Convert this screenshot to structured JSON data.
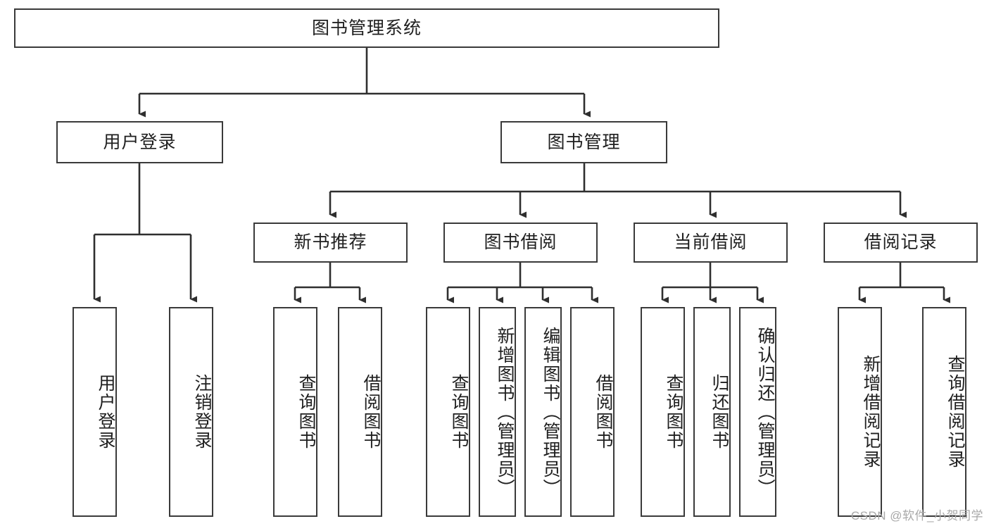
{
  "diagram": {
    "title_node": {
      "label": "图书管理系统"
    },
    "level2": [
      {
        "id": "user-login",
        "label": "用户登录"
      },
      {
        "id": "book-management",
        "label": "图书管理"
      }
    ],
    "level3": [
      {
        "id": "new-book-recommend",
        "label": "新书推荐"
      },
      {
        "id": "book-borrow",
        "label": "图书借阅"
      },
      {
        "id": "current-borrow",
        "label": "当前借阅"
      },
      {
        "id": "borrow-record",
        "label": "借阅记录"
      }
    ],
    "leaves": [
      {
        "id": "leaf-user-login",
        "label": "用户登录"
      },
      {
        "id": "leaf-user-logout",
        "label": "注销登录"
      },
      {
        "id": "leaf-query-book-1",
        "label": "查询图书"
      },
      {
        "id": "leaf-borrow-book-1",
        "label": "借阅图书"
      },
      {
        "id": "leaf-query-book-2",
        "label": "查询图书"
      },
      {
        "id": "leaf-add-book",
        "label": "新增图书（管理员）"
      },
      {
        "id": "leaf-edit-book",
        "label": "编辑图书（管理员）"
      },
      {
        "id": "leaf-borrow-book-2",
        "label": "借阅图书"
      },
      {
        "id": "leaf-query-book-3",
        "label": "查询图书"
      },
      {
        "id": "leaf-return-book",
        "label": "归还图书"
      },
      {
        "id": "leaf-confirm-return",
        "label": "确认归还（管理员）"
      },
      {
        "id": "leaf-add-record",
        "label": "新增借阅记录"
      },
      {
        "id": "leaf-query-record",
        "label": "查询借阅记录"
      }
    ],
    "watermark": "CSDN @软件_小贺同学",
    "colors": {
      "stroke": "#3a3a3a",
      "fill": "#ffffff",
      "text": "#1f1f1f",
      "watermark": "#a8a8a8"
    }
  }
}
